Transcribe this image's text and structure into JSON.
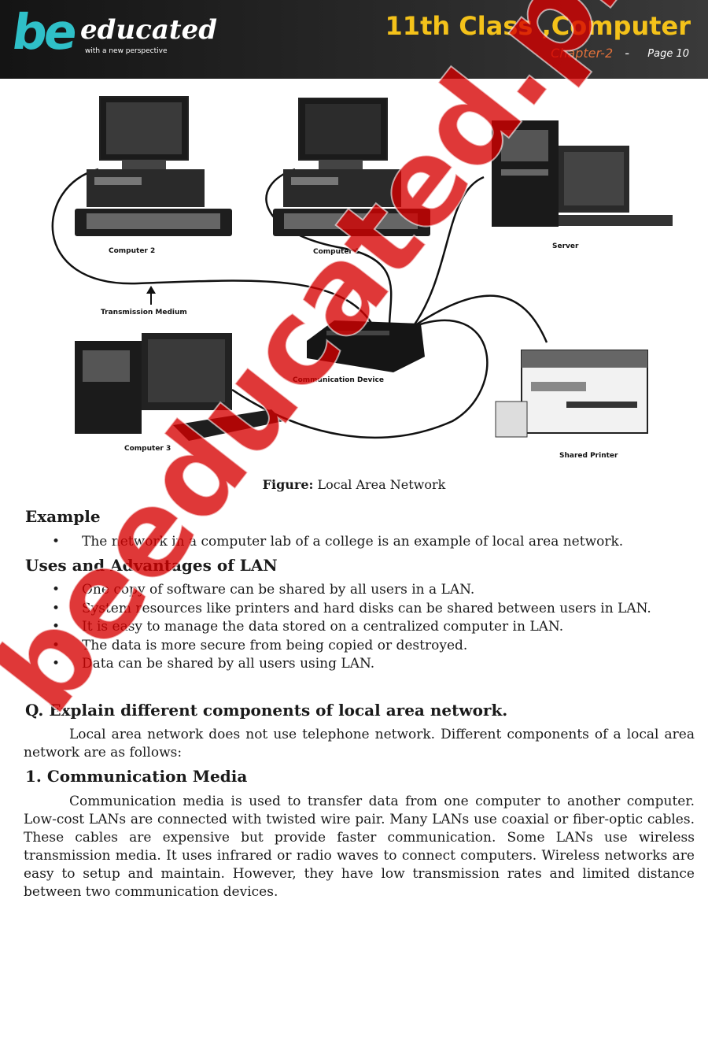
{
  "header": {
    "logo_be": "be",
    "logo_educated": "educated",
    "logo_tagline": "with a new perspective",
    "title": "11th Class ,Computer",
    "chapter": "Chapter-2",
    "separator": "-",
    "page": "Page 10"
  },
  "figure": {
    "labels": {
      "computer2": "Computer 2",
      "computer1": "Computer 1",
      "server": "Server",
      "transmission": "Transmission Medium",
      "communication_device": "Communication Device",
      "computer3": "Computer 3",
      "shared_printer": "Shared Printer"
    },
    "caption_bold": "Figure:",
    "caption_text": " Local Area Network"
  },
  "example": {
    "heading": "Example",
    "items": [
      "The network in a computer lab of a college is an example of local area network."
    ]
  },
  "uses": {
    "heading": "Uses and Advantages of LAN",
    "items": [
      "One copy of software can be shared by all users in a LAN.",
      "System resources like printers and hard disks can be shared between users in LAN.",
      "It is easy to manage the data stored on a centralized computer in LAN.",
      "The data is more secure from being copied or destroyed.",
      "Data can be shared by all users using LAN."
    ]
  },
  "question": {
    "heading": "Q. Explain different components of local area network.",
    "intro": "Local area network does not use telephone network. Different components of a local area network are as follows:"
  },
  "section1": {
    "heading": "1. Communication Media",
    "text": "Communication media is used to transfer data from one computer to another computer. Low-cost LANs are connected with twisted wire pair. Many LANs use coaxial or fiber-optic cables. These cables are expensive but provide faster communication. Some LANs use wireless transmission media. It uses infrared or radio waves to connect computers. Wireless networks are easy to setup and maintain. However, they have low transmission rates and limited distance between two communication devices."
  },
  "watermark": "beeducated.pk",
  "colors": {
    "accent_title": "#f4c21a",
    "chapter": "#e0703a",
    "logo": "#2fc0c8",
    "watermark": "#d60000"
  }
}
